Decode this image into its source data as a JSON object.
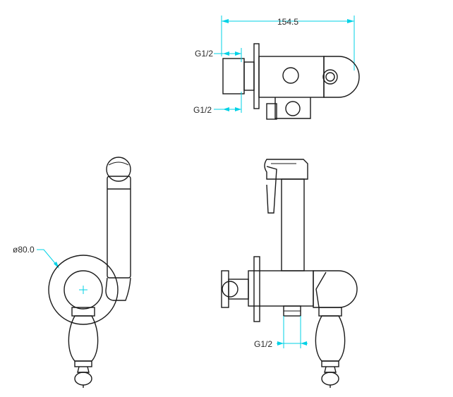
{
  "dimensions": {
    "width_label": "154.5",
    "inlet_top_label": "G1/2",
    "inlet_mid_label": "G1/2",
    "inlet_bottom_label": "G1/2",
    "diameter_label": "ø80.0"
  },
  "colors": {
    "outline": "#1a1a1a",
    "dimension": "#00d2e6",
    "background": "#ffffff"
  }
}
